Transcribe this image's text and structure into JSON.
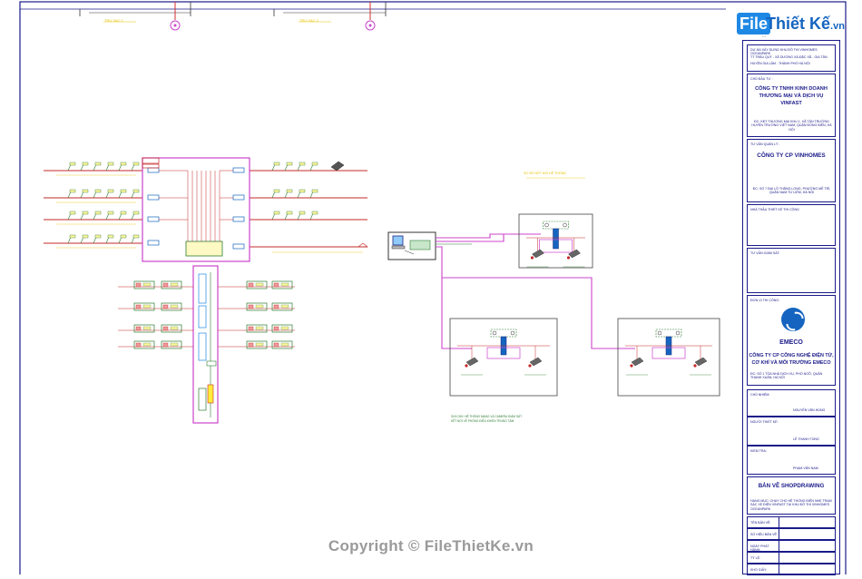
{
  "watermark": {
    "logo_file": "File",
    "logo_rest": "Thiết Kế",
    "logo_suffix": ".vn",
    "logo_sub": "...",
    "copyright": "Copyright © FileThietKe.vn"
  },
  "title_block": {
    "project_label": "DỰ ÁN XÂY DỰNG KHU ĐÔ THỊ VINHOMES OCEANPARK",
    "project_lines": [
      "TT TRÂU QUỲ - XÃ DƯƠNG XÁ-ĐẶC XÃ - GIA TÂN",
      "HUYỆN GIA LÂM - THÀNH PHỐ HÀ NỘI"
    ],
    "owner_label": "CHỦ ĐẦU TƯ :",
    "owner_name": "CÔNG TY TNHH KINH DOANH THƯƠNG MẠI VÀ DỊCH VỤ VINFAST",
    "owner_note": "ĐC: KĐT THƯƠNG MẠI KHU 1, XÃ TÂN TRƯỜNG HUYỆN TRƯỜNG VIỆT NAM, QUẬN ĐỒNG BIÊN, HÀ NỘI",
    "consultant_label": "TƯ VẤN QUẢN LÝ :",
    "consultant_name": "CÔNG TY CP VINHOMES",
    "consultant_note": "ĐC: SỐ 7 ĐẠI LỘ THĂNG LONG, PHƯỜNG MỄ TRÌ, QUẬN NAM TỪ LIÊM, HÀ NỘI",
    "design_label": "NHÀ THẦU THIẾT KẾ THI CÔNG",
    "supervisor_label": "TƯ VẤN GIÁM SÁT:",
    "contractor_label": "ĐƠN VỊ THI CÔNG:",
    "contractor_brand": "EMECO",
    "contractor_name": "CÔNG TY CP CÔNG NGHỆ ĐIỆN TỬ, CƠ KHÍ VÀ MÔI TRƯỜNG EMECO",
    "contractor_note": "ĐC: SỐ 1 TÒA NHÀ DỊCH VỤ, PHỐ NGÕ, QUẬN THANH XUÂN, HÀ NỘI",
    "signers": [
      {
        "role": "CHỦ NHIỆM:",
        "name": "NGUYỄN VĂN HÙNG"
      },
      {
        "role": "NGƯỜI THIẾT KẾ:",
        "name": "LÊ THANH TÙNG"
      },
      {
        "role": "KIỂM TRA:",
        "name": "PHẠM VĂN NAM"
      }
    ],
    "drawing_type": "BẢN VẼ SHOPDRAWING",
    "drawing_desc": "HẠNG MỤC: CHẠY CHO HỆ THỐNG ĐIỆN NHẸ TRẠM SẠC XE ĐIỆN VINFAST TẠI KHU ĐÔ THỊ VINHOMES OCEANPARK",
    "rows": [
      "TÊN BẢN VẼ:",
      "SỐ HIỆU BẢN VẼ:",
      "NGÀY PHÁT HÀNH:",
      "TỶ LỆ:",
      "KHỔ GIẤY:"
    ]
  },
  "diagram": {
    "note_caption": "SƠ ĐỒ KẾT NỐI HỆ THỐNG",
    "legend_lines": [
      "GHI CHÚ: HỆ THỐNG MẠNG VÀ CAMERA GIÁM SÁT",
      "KẾT NỐI VỀ PHÒNG ĐIỀU KHIỂN TRUNG TÂM"
    ],
    "top_labels": [
      "TRỤ SẠC 1",
      "TRỤ SẠC 2"
    ]
  },
  "colors": {
    "frame": "#1a1a8a",
    "cable": "#cc44cc",
    "power": "#c62828",
    "equipment": "#2e7d32",
    "annotation": "#e6c200",
    "data": "#1565c0"
  }
}
